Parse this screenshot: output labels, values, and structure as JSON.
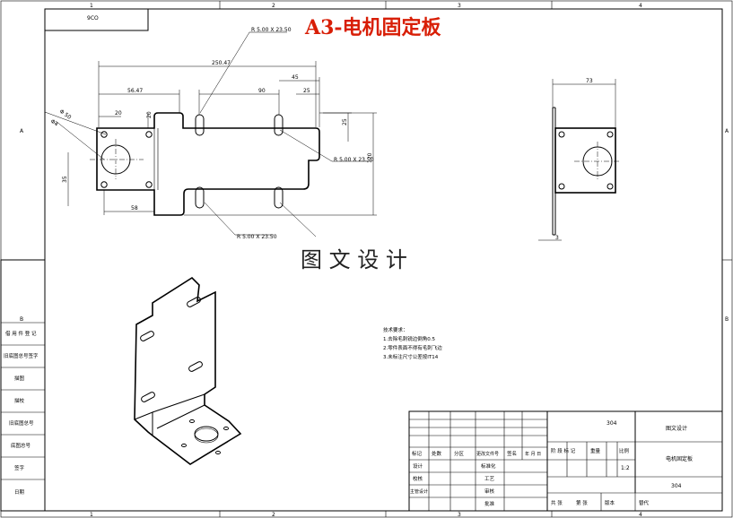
{
  "sheet": {
    "title": "A3-电机固定板",
    "stamp_code": "9CO",
    "watermark": "图 文 设 计",
    "zone_numbers_top": [
      "1",
      "2",
      "3",
      "4"
    ],
    "zone_numbers_bottom": [
      "1",
      "2",
      "3",
      "4"
    ],
    "zone_letters_left": [
      "A",
      "B"
    ],
    "zone_letters_right": [
      "A",
      "B"
    ]
  },
  "dimensions": {
    "front_overall": "250.47",
    "front_left": "56.47",
    "front_mid": "90",
    "front_right_a": "45",
    "front_right_b": "25",
    "front_top_offset": "20",
    "front_slot_v": "20",
    "front_right_h": "25",
    "front_height": "120",
    "front_hole_v": "35",
    "front_bottom_w": "58",
    "hole_dia": "Φ4",
    "center_dia": "Φ 50",
    "slot_top": "R 5.00 X 23.50",
    "slot_mid": "R 5.00 X 23.50",
    "slot_bottom": "R 5.00 X 23.50",
    "side_width": "73",
    "side_thickness": "3"
  },
  "notes": {
    "heading": "技术要求：",
    "lines": [
      "1.去除毛刺锐边倒角0.5",
      "2.零件表面不得有毛刺飞边",
      "3.未标注尺寸公差按IT14"
    ]
  },
  "left_strip": {
    "labels": [
      "借 用 件 登 记",
      "旧底图总号签字",
      "描图",
      "描校",
      "旧底图总号",
      "底图总号",
      "签字",
      "日期"
    ]
  },
  "title_block": {
    "material": "304",
    "part_name": "电机固定板",
    "company": "图文设计",
    "scale_label": "比例",
    "scale": "1:2",
    "stage_label": "阶 段 标 记",
    "weight_label": "重量",
    "material_code": "304",
    "sheet_total": "共  张",
    "sheet_no": "第  张",
    "version": "版本",
    "replace": "替代",
    "headers": [
      "标记",
      "处数",
      "分区",
      "更改文件号",
      "签名",
      "年 月 日"
    ],
    "roles": [
      "设计",
      "校核",
      "主管设计"
    ],
    "roles2": [
      "标准化",
      "工艺",
      "审核",
      "批准"
    ]
  }
}
